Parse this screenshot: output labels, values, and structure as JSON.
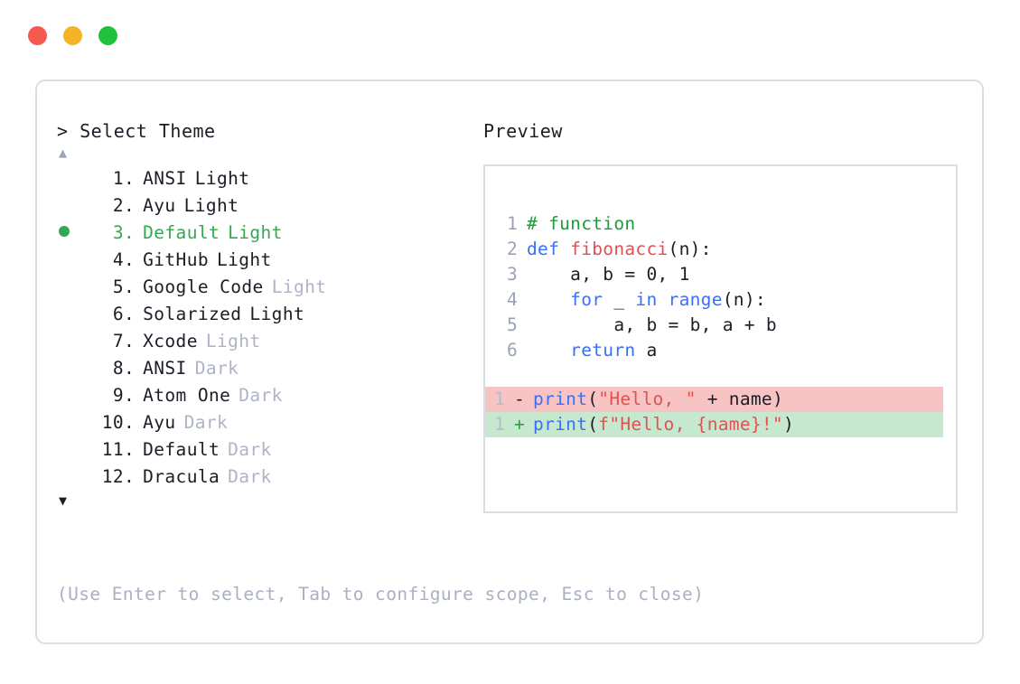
{
  "window": {
    "buttons": [
      {
        "name": "close-button",
        "color": "#f5594f"
      },
      {
        "name": "minimize-button",
        "color": "#f5b425"
      },
      {
        "name": "maximize-button",
        "color": "#22c13d"
      }
    ]
  },
  "selector": {
    "prompt_caret": ">",
    "title": "Select Theme",
    "scroll_up_glyph": "▲",
    "scroll_down_glyph": "▼",
    "selected_index": 3,
    "bullet_glyph": "●",
    "dot_separator": ".",
    "items": [
      {
        "number": "1",
        "name": "ANSI",
        "variant": "Light",
        "variant_muted": false,
        "selected": false
      },
      {
        "number": "2",
        "name": "Ayu",
        "variant": "Light",
        "variant_muted": false,
        "selected": false
      },
      {
        "number": "3",
        "name": "Default",
        "variant": "Light",
        "variant_muted": false,
        "selected": true
      },
      {
        "number": "4",
        "name": "GitHub",
        "variant": "Light",
        "variant_muted": false,
        "selected": false
      },
      {
        "number": "5",
        "name": "Google Code",
        "variant": "Light",
        "variant_muted": true,
        "selected": false
      },
      {
        "number": "6",
        "name": "Solarized",
        "variant": "Light",
        "variant_muted": false,
        "selected": false
      },
      {
        "number": "7",
        "name": "Xcode",
        "variant": "Light",
        "variant_muted": true,
        "selected": false
      },
      {
        "number": "8",
        "name": "ANSI",
        "variant": "Dark",
        "variant_muted": true,
        "selected": false
      },
      {
        "number": "9",
        "name": "Atom One",
        "variant": "Dark",
        "variant_muted": true,
        "selected": false
      },
      {
        "number": "10",
        "name": "Ayu",
        "variant": "Dark",
        "variant_muted": true,
        "selected": false
      },
      {
        "number": "11",
        "name": "Default",
        "variant": "Dark",
        "variant_muted": true,
        "selected": false
      },
      {
        "number": "12",
        "name": "Dracula",
        "variant": "Dark",
        "variant_muted": true,
        "selected": false
      }
    ],
    "hint": "(Use Enter to select, Tab to configure scope, Esc to close)"
  },
  "preview": {
    "title": "Preview",
    "code_lines": [
      {
        "number": "1",
        "tokens": [
          {
            "text": "# function",
            "type": "comment"
          }
        ]
      },
      {
        "number": "2",
        "tokens": [
          {
            "text": "def ",
            "type": "kw"
          },
          {
            "text": "fibonacci",
            "type": "fn"
          },
          {
            "text": "(n):",
            "type": "plain"
          }
        ]
      },
      {
        "number": "3",
        "tokens": [
          {
            "text": "    a, b = ",
            "type": "plain"
          },
          {
            "text": "0",
            "type": "num"
          },
          {
            "text": ", ",
            "type": "plain"
          },
          {
            "text": "1",
            "type": "num"
          }
        ]
      },
      {
        "number": "4",
        "tokens": [
          {
            "text": "    ",
            "type": "plain"
          },
          {
            "text": "for",
            "type": "kw"
          },
          {
            "text": " _ ",
            "type": "plain"
          },
          {
            "text": "in ",
            "type": "kw"
          },
          {
            "text": "range",
            "type": "builtin"
          },
          {
            "text": "(n):",
            "type": "plain"
          }
        ]
      },
      {
        "number": "5",
        "tokens": [
          {
            "text": "        a, b = b, a + b",
            "type": "plain"
          }
        ]
      },
      {
        "number": "6",
        "tokens": [
          {
            "text": "    ",
            "type": "plain"
          },
          {
            "text": "return",
            "type": "kw"
          },
          {
            "text": " a",
            "type": "plain"
          }
        ]
      }
    ],
    "diff_lines": [
      {
        "number": "1",
        "kind": "deletion",
        "sign": "-",
        "tokens": [
          {
            "text": "print",
            "type": "builtin"
          },
          {
            "text": "(",
            "type": "plain"
          },
          {
            "text": "\"Hello, \"",
            "type": "str"
          },
          {
            "text": " + name)",
            "type": "plain"
          }
        ]
      },
      {
        "number": "1",
        "kind": "addition",
        "sign": "+",
        "tokens": [
          {
            "text": "print",
            "type": "builtin"
          },
          {
            "text": "(",
            "type": "plain"
          },
          {
            "text": "f\"Hello, {name}!\"",
            "type": "str"
          },
          {
            "text": ")",
            "type": "plain"
          }
        ]
      }
    ]
  },
  "colors": {
    "panel_border": "#dbdde5",
    "accent_green": "#33a852",
    "muted_text": "#aeb4c6",
    "diff_del_bg": "#f7c3c3",
    "diff_add_bg": "#c6e8cf",
    "kw_blue": "#3a6ff7",
    "fn_red": "#e05252",
    "comment_green": "#1f9a3f"
  }
}
